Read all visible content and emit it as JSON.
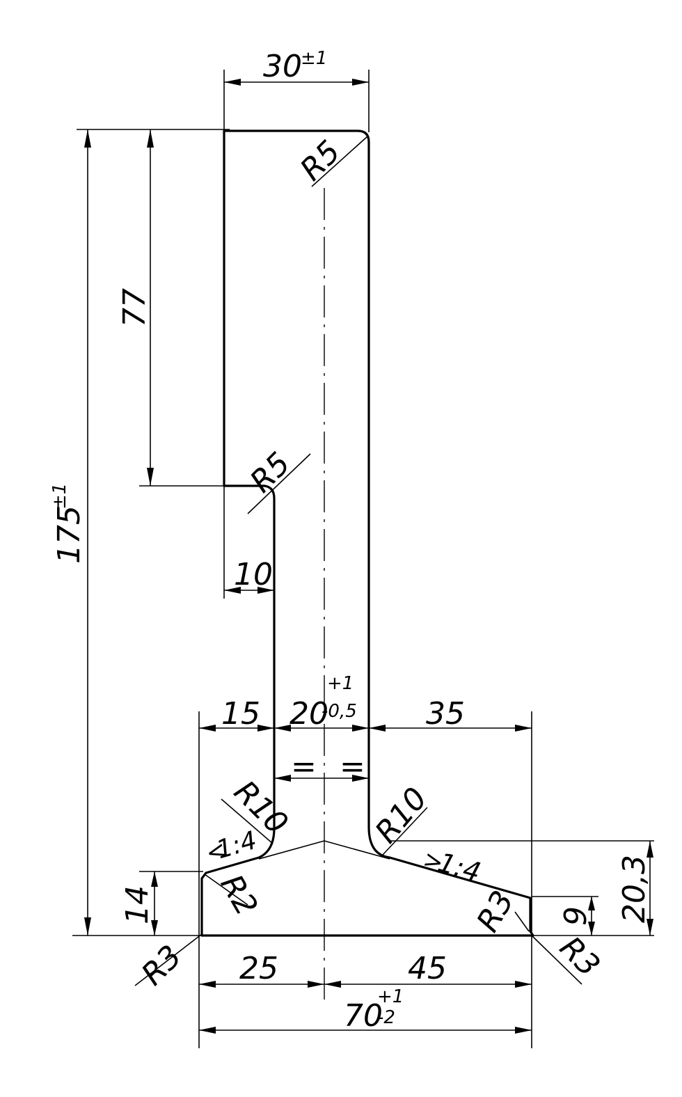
{
  "dimensions": {
    "top_width": "30",
    "top_width_tol": "±1",
    "overall_height": "175",
    "overall_height_tol": "±1",
    "upper_step": "77",
    "step_offset": "10",
    "left_foot": "15",
    "web_width": "20",
    "web_width_tol_plus": "+1",
    "web_width_tol_minus": "-0,5",
    "right_foot": "35",
    "equal_left": "=",
    "equal_right": "=",
    "base_left": "25",
    "base_right": "45",
    "base_total": "70",
    "base_total_tol_plus": "+1",
    "base_total_tol_minus": "-2",
    "left_edge_height": "14",
    "right_edge_height": "9",
    "flange_height": "20,3",
    "slope_left": "1:4",
    "slope_right": "1:4"
  },
  "radii": {
    "top_corner": "R5",
    "step_corner": "R5",
    "fillet_left": "R10",
    "fillet_right": "R10",
    "left_upper_corner": "R2",
    "left_lower_corner": "R3",
    "right_upper_corner": "R3",
    "right_lower_corner": "R3"
  }
}
